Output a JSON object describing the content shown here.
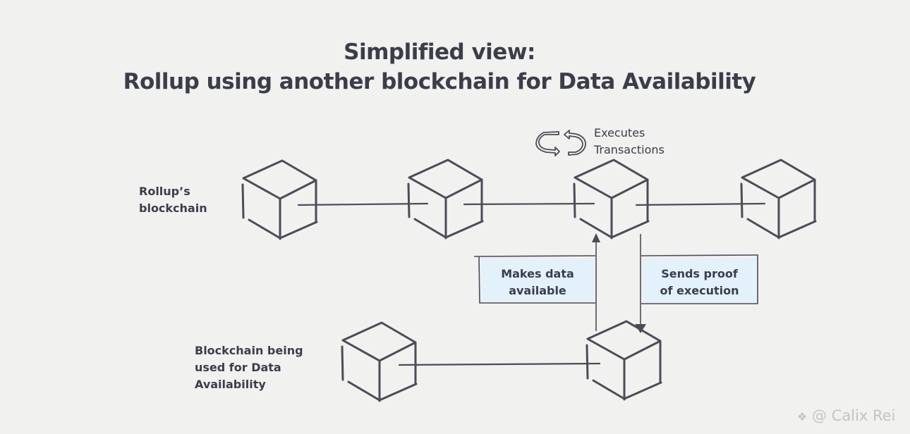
{
  "title": {
    "line1": "Simplified view:",
    "line2": "Rollup using another blockchain for Data Availability"
  },
  "labels": {
    "rollup_chain": [
      "Rollup’s",
      "blockchain"
    ],
    "da_chain": [
      "Blockchain being",
      "used for Data",
      "Availability"
    ],
    "executes": [
      "Executes",
      "Transactions"
    ]
  },
  "boxes": {
    "makes_data": [
      "Makes data",
      "available"
    ],
    "sends_proof": [
      "Sends proof",
      "of execution"
    ]
  },
  "icons": {
    "executes_icon": "cycle-arrows-icon",
    "watermark_icon": "binance-logo-icon"
  },
  "watermark": "@ Calix Rei",
  "colors": {
    "ink": "#4a4c57",
    "box_fill": "#e3f1fb",
    "background": "#f1f1f0"
  }
}
